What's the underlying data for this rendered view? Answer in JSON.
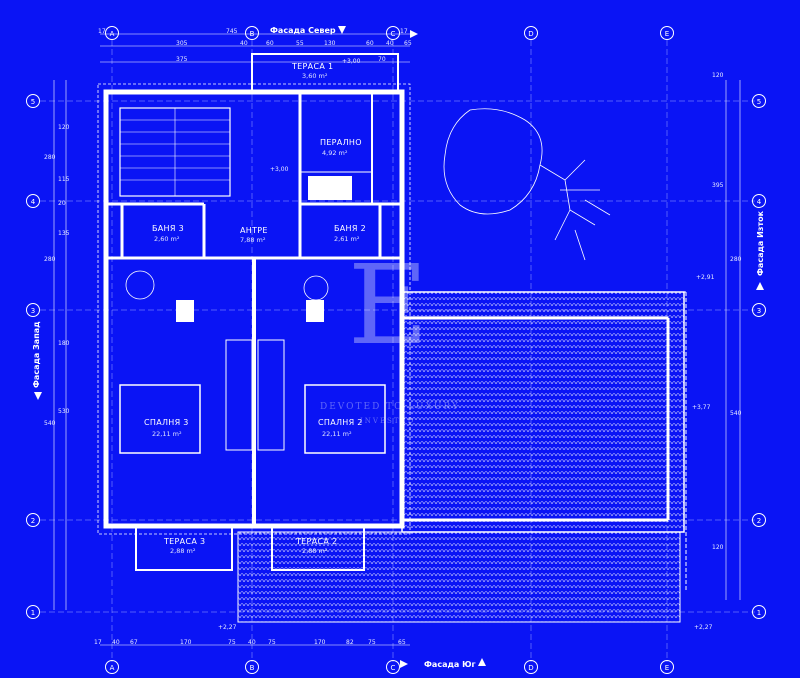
{
  "facades": {
    "north": "Фасада Север",
    "south": "Фасада Юг",
    "west": "Фасада Запад",
    "east": "Фасада Изток"
  },
  "grid_axes": {
    "columns": [
      "A",
      "B",
      "C",
      "D",
      "E"
    ],
    "rows": [
      "5",
      "4",
      "3",
      "2",
      "1"
    ]
  },
  "rooms": [
    {
      "name": "ТЕРАСА 1",
      "area": "3,60 m²"
    },
    {
      "name": "ПЕРАЛНО",
      "area": "4,92 m²"
    },
    {
      "name": "БАНЯ 3",
      "area": "2,60 m²"
    },
    {
      "name": "АНТРЕ",
      "area": "7,88 m²"
    },
    {
      "name": "БАНЯ 2",
      "area": "2,61 m²"
    },
    {
      "name": "СПАЛНЯ 3",
      "area": "22,11 m²"
    },
    {
      "name": "СПАЛНЯ 2",
      "area": "22,11 m²"
    },
    {
      "name": "ТЕРАСА 3",
      "area": "2,88 m²"
    },
    {
      "name": "ТЕРАСА 2",
      "area": "2,88 m²"
    }
  ],
  "levels": {
    "l1": "+3,00",
    "l2": "+3,00",
    "l3": "+2,91",
    "l4": "+3,77",
    "l5": "+2,27",
    "l6": "+2,27"
  },
  "dimensions_top_row1": [
    "17",
    "745",
    "17"
  ],
  "dimensions_top_row2": [
    "305",
    "40",
    "60",
    "55",
    "130",
    "60",
    "40",
    "65"
  ],
  "dimensions_top_row3": [
    "375",
    "70"
  ],
  "dimensions_bottom": [
    "17",
    "40",
    "67",
    "170",
    "75",
    "40",
    "75",
    "170",
    "82",
    "75",
    "65"
  ],
  "dimensions_left": [
    "120",
    "280",
    "115",
    "20",
    "135",
    "280",
    "180",
    "540",
    "530"
  ],
  "dimensions_right": [
    "120",
    "395",
    "280",
    "540",
    "120"
  ],
  "watermark": {
    "line1": "DEVOTED TO LUXURY",
    "line2": "INVESTED"
  }
}
